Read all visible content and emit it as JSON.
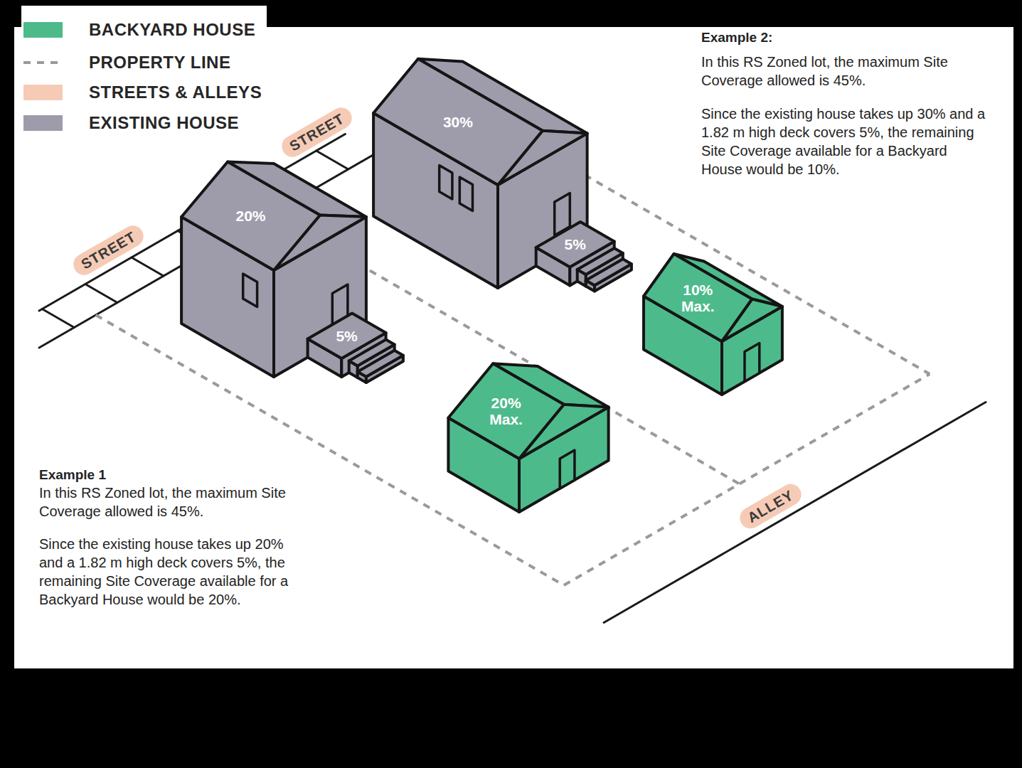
{
  "diagram": {
    "nodes": [
      {
        "text": [
          "STREET"
        ]
      },
      {
        "text": [
          "30%"
        ]
      },
      {
        "text": [
          "20%"
        ]
      },
      {
        "text": [
          "STREET"
        ]
      },
      {
        "text": [
          "5%"
        ]
      },
      {
        "text": [
          "10% Max."
        ]
      },
      {
        "text": [
          "5%"
        ]
      },
      {
        "text": [
          "20% Max."
        ]
      },
      {
        "text": [
          "ALLEY"
        ]
      }
    ],
    "labels": [
      "Example 2:",
      "In this RS Zoned lot, the maximum Site Coverage allowed is 45%.",
      "Since the existing house takes up 30% and a 1.82 m high deck covers 5%, the remaining Site Coverage available for a Backyard House would be 10%.",
      "Example 1",
      "In this RS Zoned lot, the maximum Site Coverage allowed is 45%.",
      "Since the existing house takes up 20% and a 1.82 m high deck covers 5%, the remaining Site Coverage available for a Backyard House would be 20%."
    ],
    "legend": [
      {
        "text": "BACKYARD HOUSE",
        "color": "#4dba8c"
      },
      {
        "text": "PROPERTY LINE"
      },
      {
        "text": "STREETS & ALLEYS",
        "color": "#f6cbb5"
      },
      {
        "text": "EXISTING HOUSE",
        "color": "#9e9bab"
      }
    ]
  }
}
